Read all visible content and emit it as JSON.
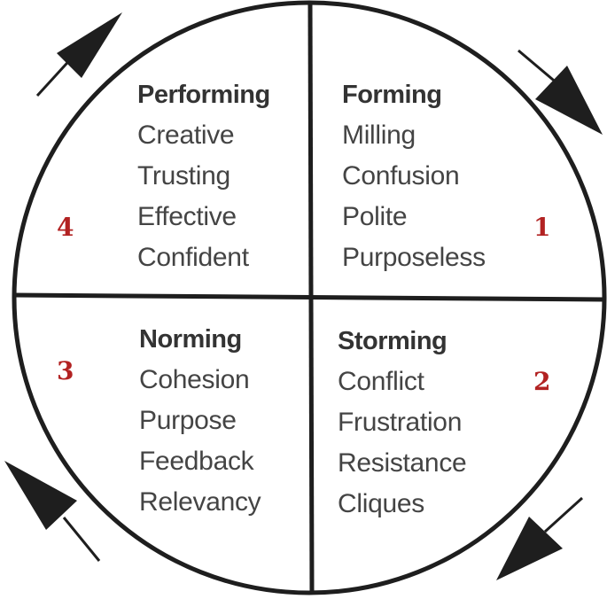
{
  "colors": {
    "stroke": "#1e1e1e",
    "text": "#3a3a3a",
    "number": "#b22222"
  },
  "stages": [
    {
      "number": "1",
      "name": "Forming",
      "traits": [
        "Milling",
        "Confusion",
        "Polite",
        "Purposeless"
      ]
    },
    {
      "number": "2",
      "name": "Storming",
      "traits": [
        "Conflict",
        "Frustration",
        "Resistance",
        "Cliques"
      ]
    },
    {
      "number": "3",
      "name": "Norming",
      "traits": [
        "Cohesion",
        "Purpose",
        "Feedback",
        "Relevancy"
      ]
    },
    {
      "number": "4",
      "name": "Performing",
      "traits": [
        "Creative",
        "Trusting",
        "Effective",
        "Confident"
      ]
    }
  ]
}
